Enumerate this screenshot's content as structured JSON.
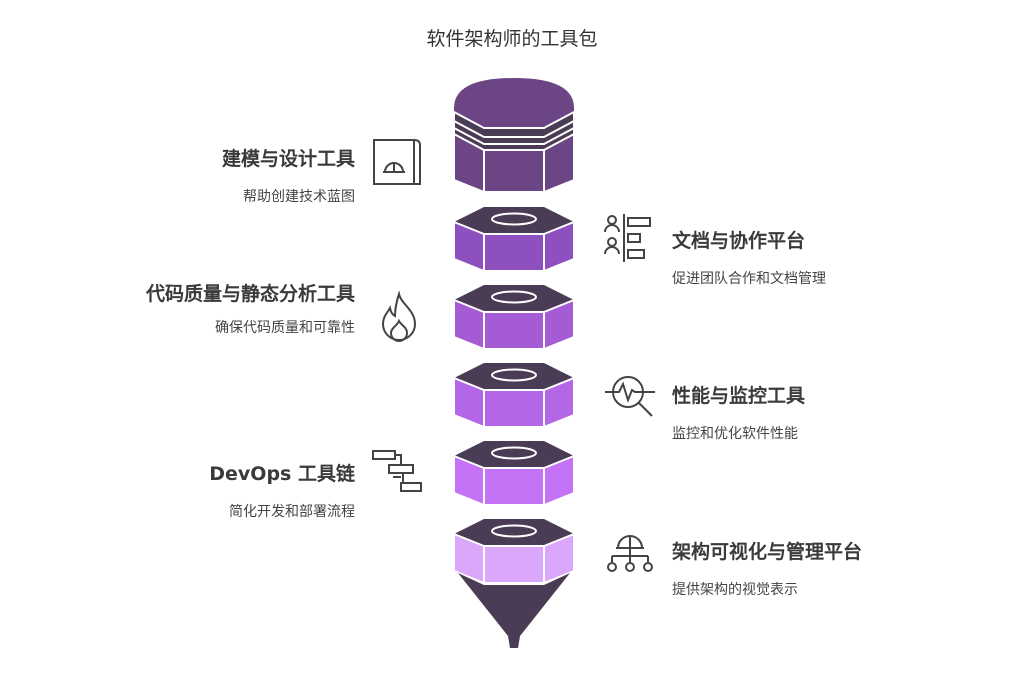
{
  "title": "软件架构师的工具包",
  "items": [
    {
      "title": "建模与设计工具",
      "desc": "帮助创建技术蓝图",
      "icon": "blueprint-helmet-icon",
      "side": "left"
    },
    {
      "title": "文档与协作平台",
      "desc": "促进团队合作和文档管理",
      "icon": "people-list-icon",
      "side": "right"
    },
    {
      "title": "代码质量与静态分析工具",
      "desc": "确保代码质量和可靠性",
      "icon": "flame-icon",
      "side": "left"
    },
    {
      "title": "性能与监控工具",
      "desc": "监控和优化软件性能",
      "icon": "pulse-magnifier-icon",
      "side": "right"
    },
    {
      "title": "DevOps 工具链",
      "desc": "简化开发和部署流程",
      "icon": "pipeline-icon",
      "side": "left"
    },
    {
      "title": "架构可视化与管理平台",
      "desc": "提供架构的视觉表示",
      "icon": "helmet-hierarchy-icon",
      "side": "right"
    }
  ],
  "colors": {
    "dark": "#4b3c56",
    "cap": "#6b4584",
    "nuts": [
      "#8e4fbf",
      "#a45bd3",
      "#b367e6",
      "#c472f6",
      "#dba7fa"
    ]
  }
}
